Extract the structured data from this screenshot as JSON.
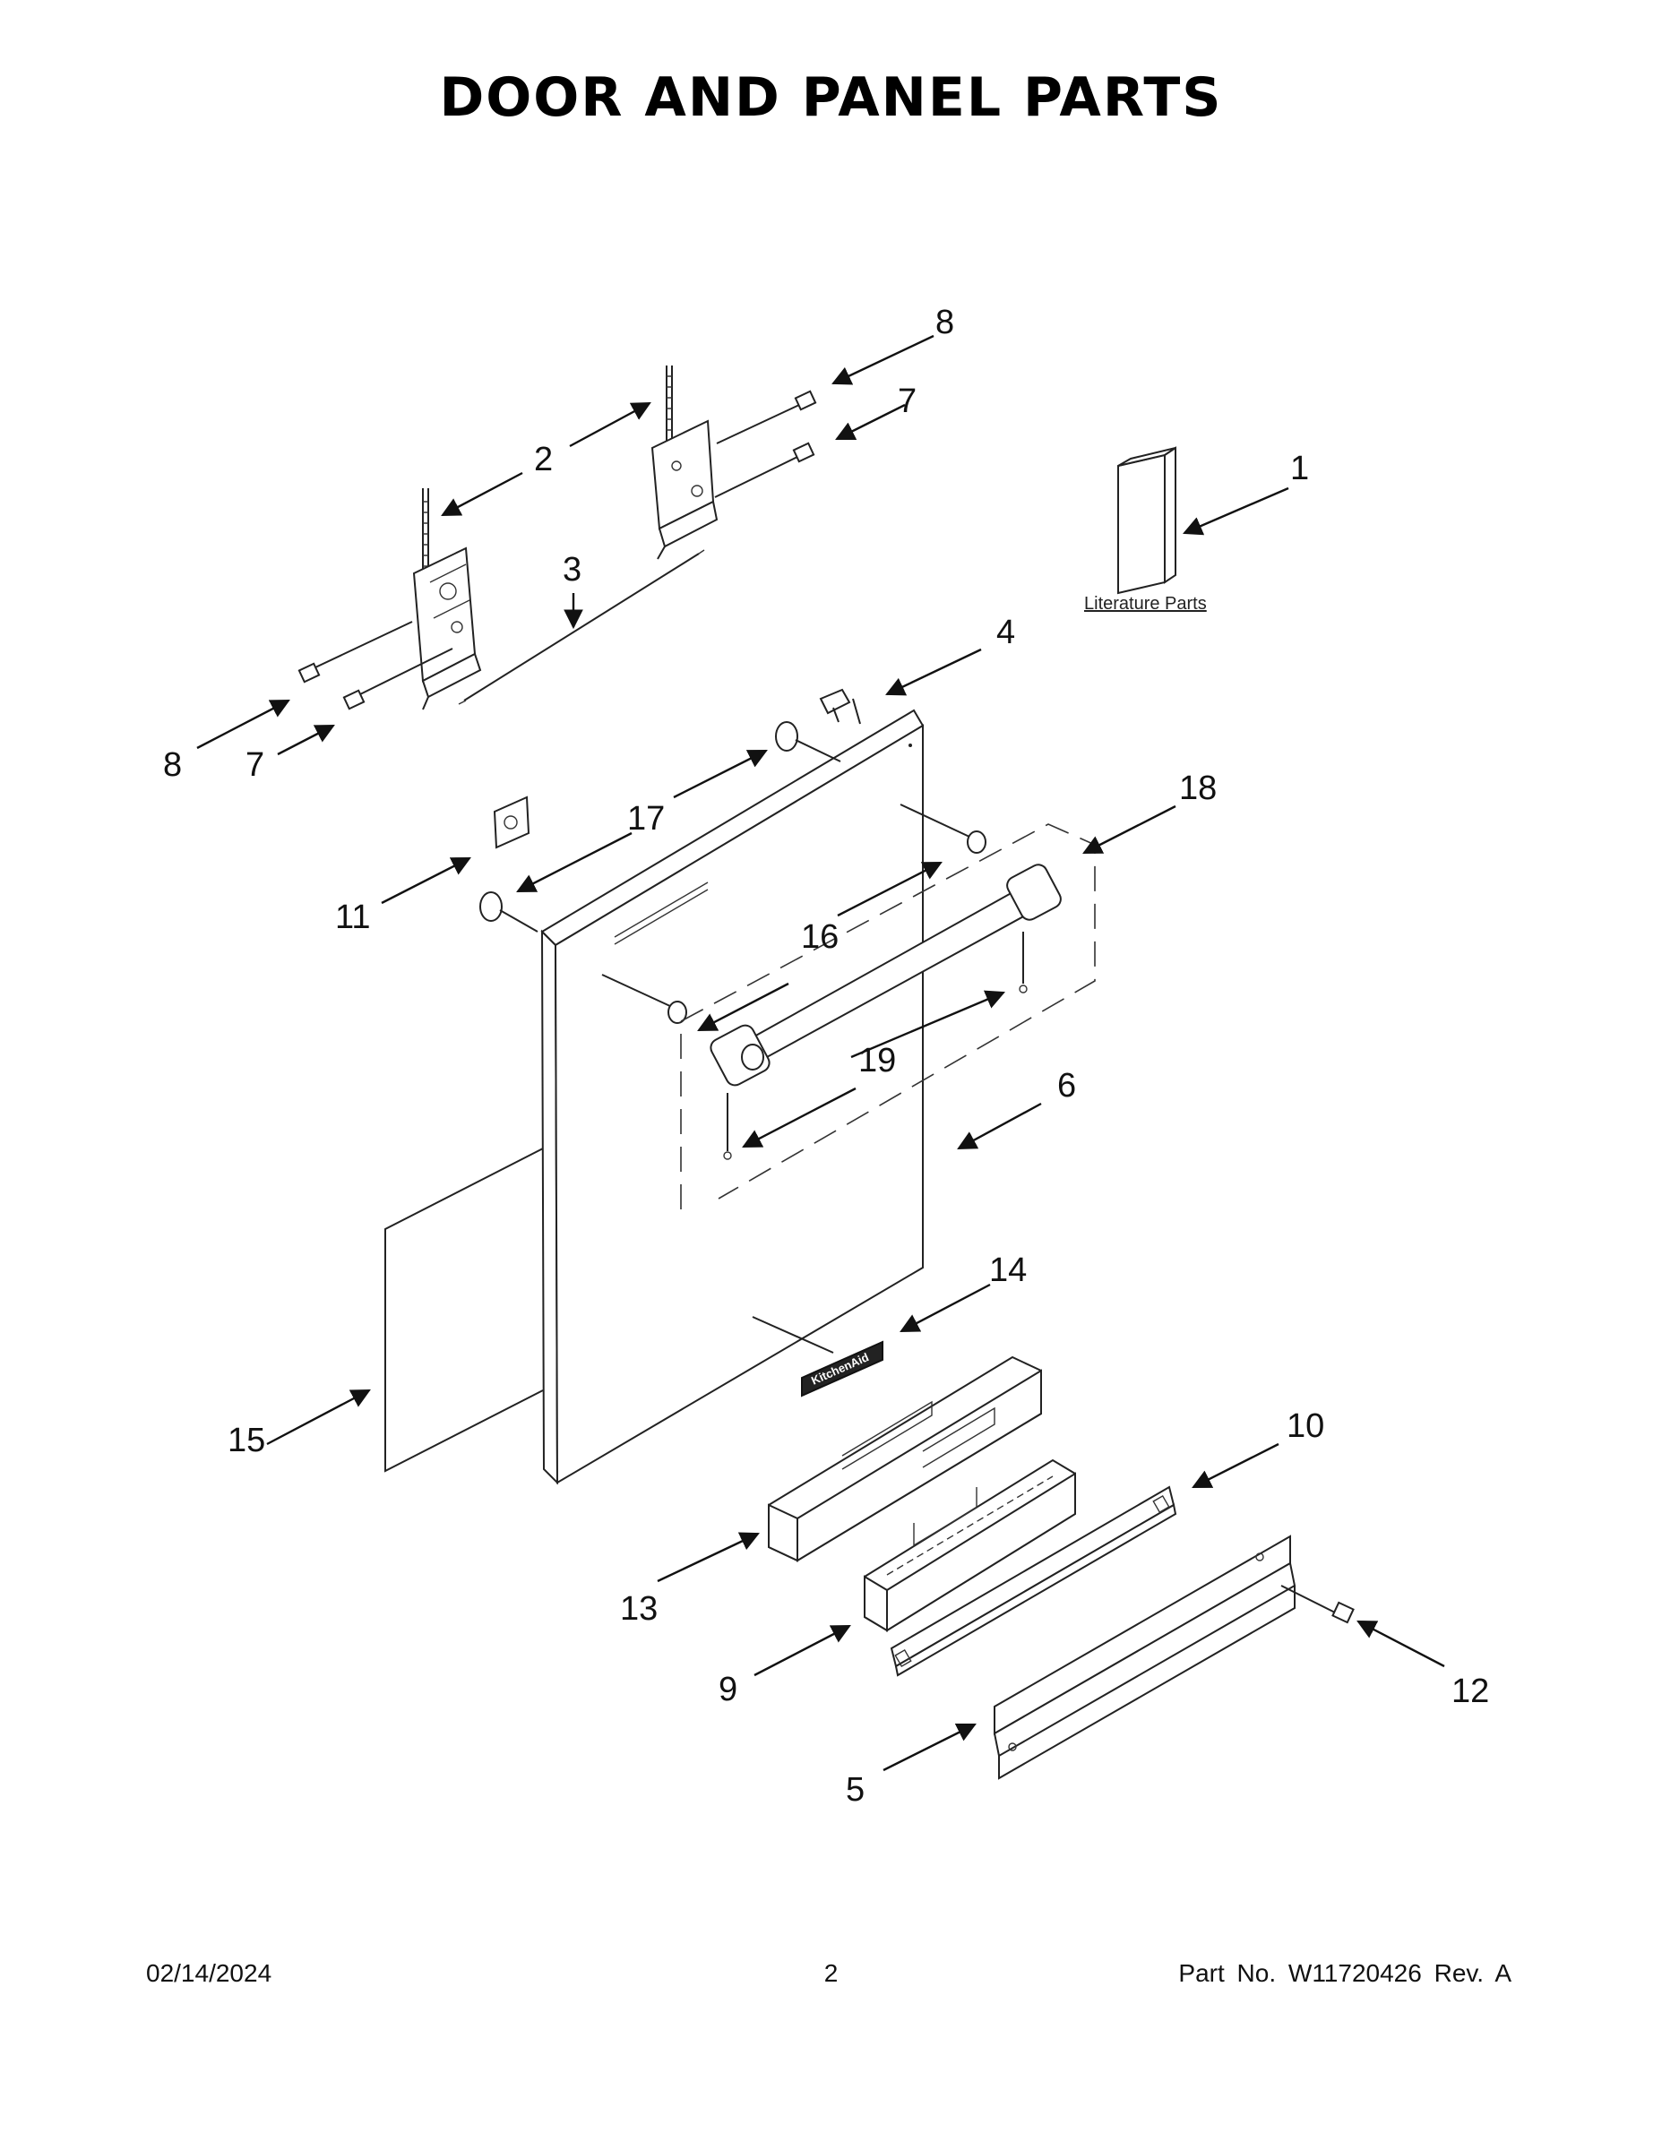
{
  "title": "DOOR AND PANEL PARTS",
  "literature_label": "Literature Parts",
  "brand_badge": "KitchenAid",
  "callouts": {
    "c1": "1",
    "c2": "2",
    "c3": "3",
    "c4": "4",
    "c5": "5",
    "c6": "6",
    "c7a": "7",
    "c7b": "7",
    "c8a": "8",
    "c8b": "8",
    "c9": "9",
    "c10": "10",
    "c11": "11",
    "c12": "12",
    "c13": "13",
    "c14": "14",
    "c15": "15",
    "c16": "16",
    "c17": "17",
    "c18": "18",
    "c19": "19"
  },
  "footer": {
    "date": "02/14/2024",
    "page": "2",
    "part": "Part No.  W11720426  Rev.  A"
  }
}
